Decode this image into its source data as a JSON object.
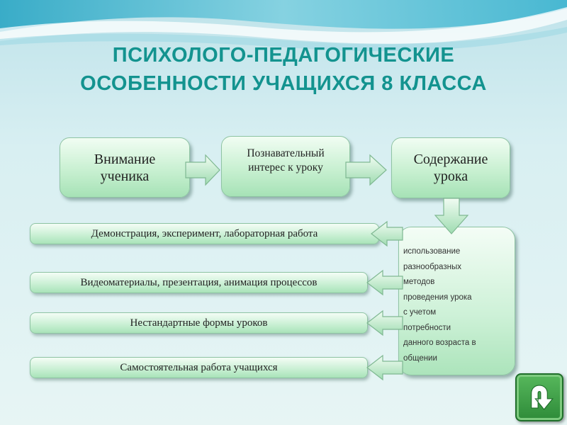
{
  "title": {
    "line1": "ПСИХОЛОГО-ПЕДАГОГИЧЕСКИЕ",
    "line2": "ОСОБЕННОСТИ УЧАЩИХСЯ 8 КЛАССА"
  },
  "top_flow": {
    "box1": {
      "line1": "Внимание",
      "line2": "ученика"
    },
    "box2": {
      "line1": "Познавательный",
      "line2": "интерес к уроку"
    },
    "box3": {
      "line1": "Содержание",
      "line2": "урока"
    }
  },
  "methods": [
    {
      "label": "Демонстрация, эксперимент, лабораторная работа"
    },
    {
      "label": "Видеоматериалы, презентация, анимация процессов"
    },
    {
      "label": "Нестандартные формы уроков"
    },
    {
      "label": "Самостоятельная работа учащихся"
    }
  ],
  "side_box": {
    "lines": [
      "использование",
      "разнообразных",
      "методов",
      "проведения урока",
      "с учетом",
      "потребности",
      "данного возраста в",
      "общении"
    ]
  },
  "nav": {
    "back_icon": "return-arrow-icon"
  },
  "colors": {
    "title": "#13938f",
    "box_fill": "#c8f0d1",
    "arrow_fill": "#a6e2b6",
    "background": "#d4ecef",
    "back_button": "#2e8b39"
  }
}
